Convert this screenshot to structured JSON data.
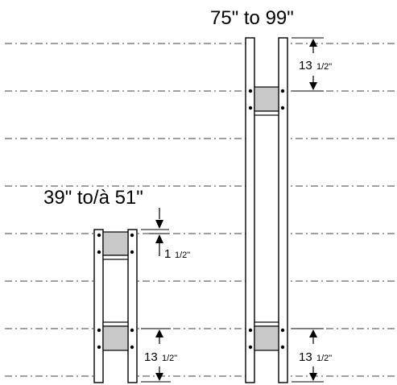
{
  "tall_unit": {
    "range_label": "75\" to 99\"",
    "top_dimension": {
      "whole": "13",
      "fraction": "1/2\""
    },
    "bottom_dimension": {
      "whole": "13",
      "fraction": "1/2\""
    }
  },
  "short_unit": {
    "range_label": "39\" to/à 51\"",
    "top_offset_dimension": {
      "whole": "1",
      "fraction": "1/2\""
    },
    "bottom_dimension": {
      "whole": "13",
      "fraction": "1/2\""
    }
  },
  "colors": {
    "line": "#000000",
    "panel_fill": "#c8c8c8",
    "guide_line": "#000000"
  }
}
